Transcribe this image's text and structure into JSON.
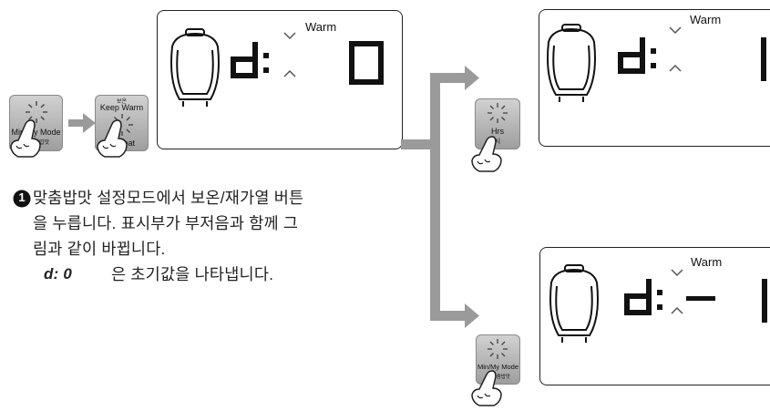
{
  "display": {
    "warm_label": "Warm"
  },
  "buttons": {
    "min_my_mode": {
      "label": "Min/My Mode",
      "sub": "분  맞춤밥맛"
    },
    "keep_warm": {
      "top_small": "보온",
      "top": "Keep Warm",
      "bottom": "Reheat"
    },
    "hrs": {
      "label": "Hrs",
      "sub": "시"
    },
    "min_my_mode_2": {
      "label": "Min/My Mode",
      "sub": "분  맞춤밥맛"
    }
  },
  "instruction": {
    "step_marker": "1",
    "line1": "맞춤밥맛 설정모드에서 보온/재가열 버튼",
    "line2": "을 누릅니다. 표시부가 부저음과 함께 그",
    "line3": "림과    같이 바뀝니다.",
    "line4_code": "d: 0",
    "line4_text": "은 초기값을 나타냅니다."
  },
  "colors": {
    "arrow": "#9a9a9a",
    "segment": "#111111",
    "button": "#b8b8b8"
  }
}
